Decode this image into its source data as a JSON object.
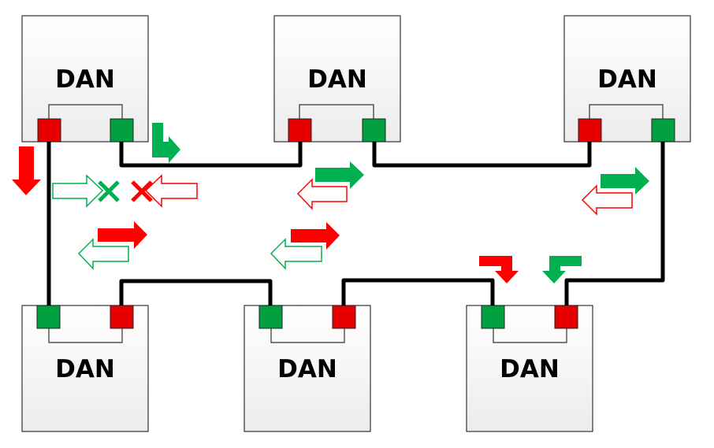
{
  "colors": {
    "red": "#ff0000",
    "green": "#00b050",
    "port_red": "#e60000",
    "port_green": "#00a040",
    "link": "#000000",
    "box": "#f2f2f2"
  },
  "nodes": [
    {
      "label": "DAN",
      "row": "top",
      "left_port": "red",
      "right_port": "green"
    },
    {
      "label": "DAN",
      "row": "top",
      "left_port": "red",
      "right_port": "green"
    },
    {
      "label": "DAN",
      "row": "top",
      "left_port": "red",
      "right_port": "green"
    },
    {
      "label": "DAN",
      "row": "bottom",
      "left_port": "green",
      "right_port": "red"
    },
    {
      "label": "DAN",
      "row": "bottom",
      "left_port": "green",
      "right_port": "red"
    },
    {
      "label": "DAN",
      "row": "bottom",
      "left_port": "green",
      "right_port": "red"
    }
  ],
  "icons": [
    "arrow-icon",
    "hollow-arrow-icon",
    "blocked-x-icon",
    "turn-arrow-icon"
  ]
}
